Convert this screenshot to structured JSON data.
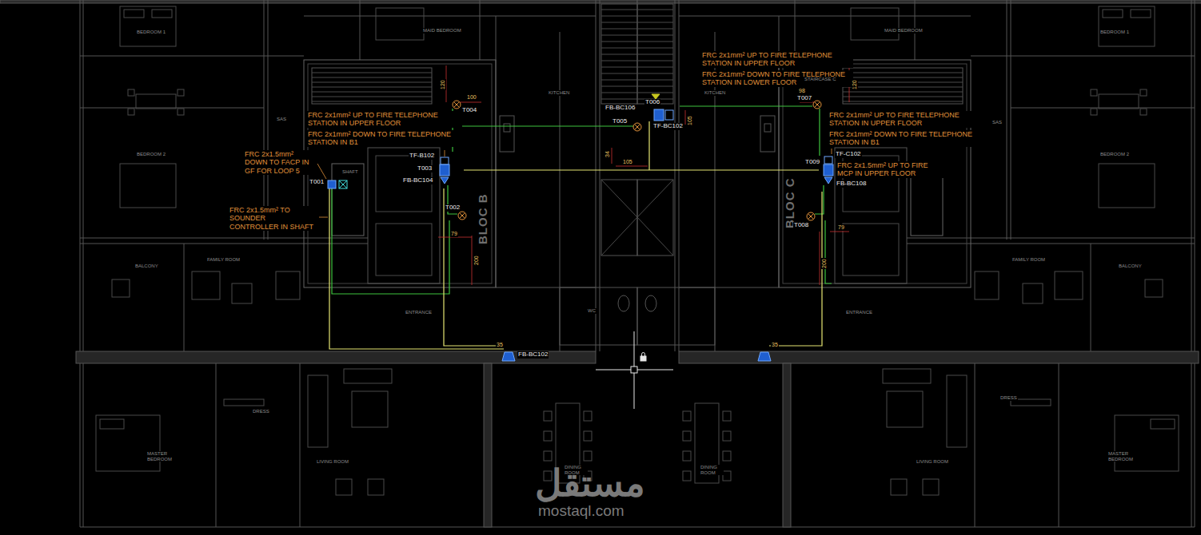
{
  "diagram": {
    "labels": [
      "BEDROOM 1",
      "MAID BEDROOM",
      "MAID BEDROOM",
      "BEDROOM 1",
      "FRC 2x1mm² UP TO FIRE TELEPHONE STATION IN UPPER FLOOR",
      "FRC 2x1mm² DOWN TO FIRE TELEPHONE STATION IN LOWER FLOOR",
      "KITCHEN",
      "KITCHEN",
      "STAIRCASE C",
      "SAS",
      "SAS",
      "120",
      "100",
      "T004",
      "98",
      "T007",
      "120",
      "FB-BC106",
      "T006",
      "T005",
      "TF-BC102",
      "105",
      "FRC 2x1mm² UP TO FIRE TELEPHONE STATION IN UPPER FLOOR",
      "FRC 2x1mm² DOWN TO FIRE TELEPHONE STATION IN B1",
      "FRC 2x1mm² UP TO FIRE TELEPHONE STATION IN UPPER FLOOR",
      "FRC 2x1mm² DOWN TO FIRE TELEPHONE STATION IN B1",
      "FRC 2x1.5mm² DOWN TO FACP IN GF FOR LOOP 5",
      "BEDROOM 2",
      "BEDROOM 2",
      "TF-B102",
      "TF-C102",
      "FRC 2x1.5mm² UP TO FIRE MCP IN UPPER FLOOR",
      "SHAFT",
      "T003",
      "T009",
      "T001",
      "FB-BC104",
      "FB-BC108",
      "34",
      "105",
      "BLOC B",
      "BLOC C",
      "T002",
      "T008",
      "FRC 2x1.5mm² TO SOUNDER CONTROLLER IN SHAFT",
      "79",
      "79",
      "200",
      "200",
      "FAMILY ROOM",
      "FAMILY ROOM",
      "BALCONY",
      "BALCONY",
      "ENTRANCE",
      "WC",
      "ENTRANCE",
      "35",
      "FB-BC102",
      "35",
      "DRESS",
      "DRESS",
      "MASTER BEDROOM",
      "LIVING ROOM",
      "DINING ROOM",
      "DINING ROOM",
      "MASTER BEDROOM",
      "LIVING ROOM",
      "مستقل",
      "mostaql.com"
    ]
  }
}
